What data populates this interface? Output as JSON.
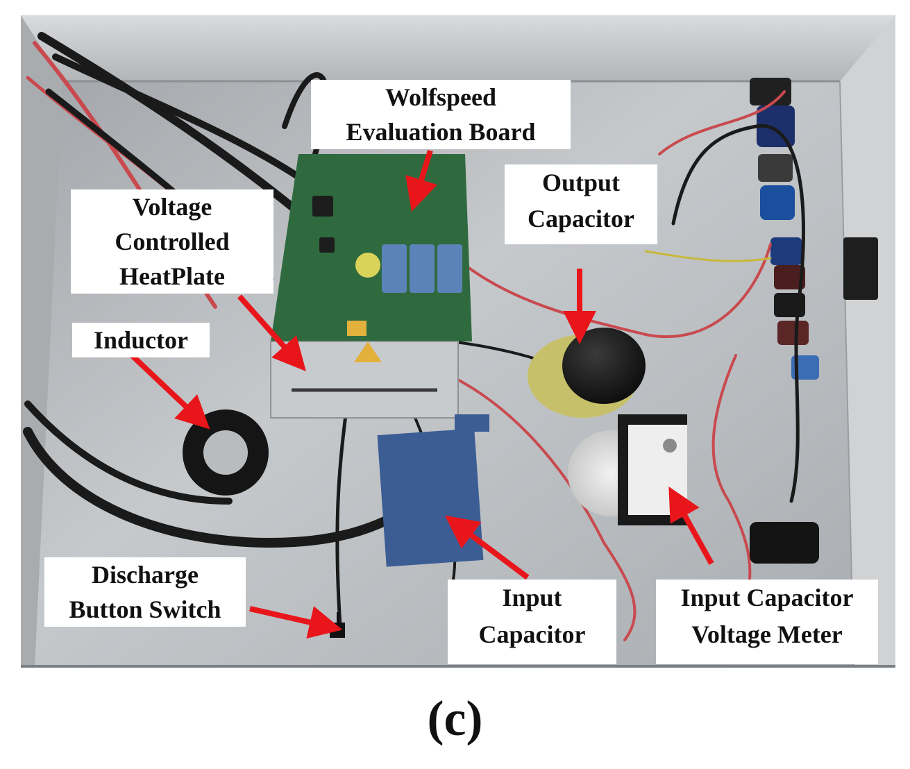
{
  "labels": {
    "wolfspeed": "Wolfspeed\nEvaluation Board",
    "voltage_heatplate": "Voltage\nControlled\nHeatPlate",
    "output_capacitor": "Output\nCapacitor",
    "inductor": "Inductor",
    "discharge_switch": "Discharge\nButton Switch",
    "input_capacitor": "Input\nCapacitor",
    "meter": "Input Capacitor\nVoltage Meter"
  },
  "caption": "(c)",
  "colors": {
    "arrow": "#e8161b",
    "enclosure": "#b9bcbf",
    "pcb": "#2f6a3f",
    "cable_black": "#1a1a1a",
    "cable_red": "#c84a4f"
  }
}
